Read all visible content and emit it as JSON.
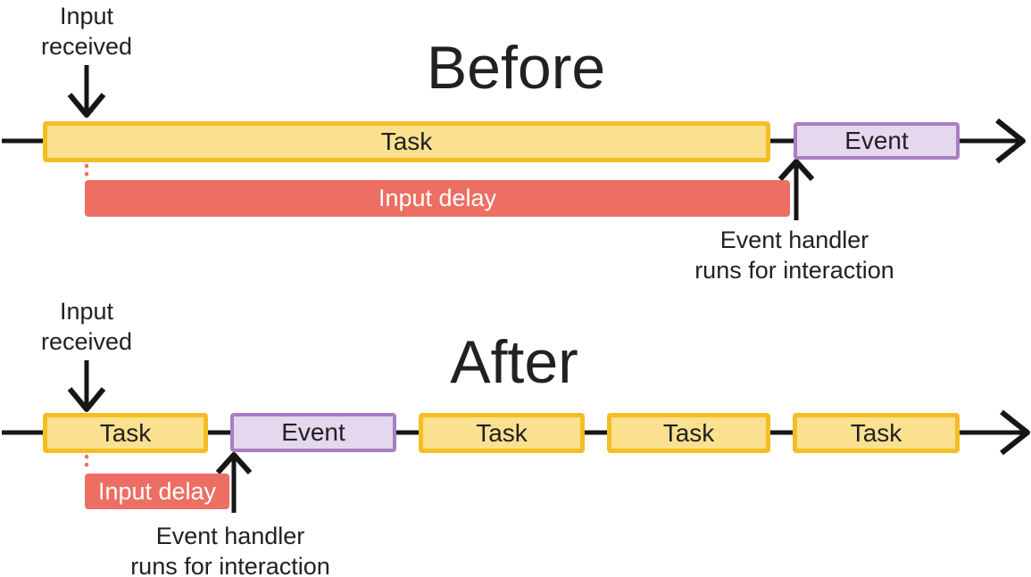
{
  "colors": {
    "task_fill": "#FBE18F",
    "task_border": "#F5BD24",
    "event_fill": "#E5D7EE",
    "event_border": "#A87EC4",
    "delay_fill": "#ED6E62",
    "delay_text": "#FFFFFF",
    "text": "#202124",
    "line": "#161616"
  },
  "before": {
    "title": "Before",
    "input_label_line1": "Input",
    "input_label_line2": "received",
    "task_label": "Task",
    "event_label": "Event",
    "delay_label": "Input delay",
    "handler_label_line1": "Event handler",
    "handler_label_line2": "runs for interaction"
  },
  "after": {
    "title": "After",
    "input_label_line1": "Input",
    "input_label_line2": "received",
    "bars": [
      {
        "type": "task",
        "label": "Task"
      },
      {
        "type": "event",
        "label": "Event"
      },
      {
        "type": "task",
        "label": "Task"
      },
      {
        "type": "task",
        "label": "Task"
      },
      {
        "type": "task",
        "label": "Task"
      }
    ],
    "delay_label": "Input delay",
    "handler_label_line1": "Event handler",
    "handler_label_line2": "runs for interaction"
  }
}
